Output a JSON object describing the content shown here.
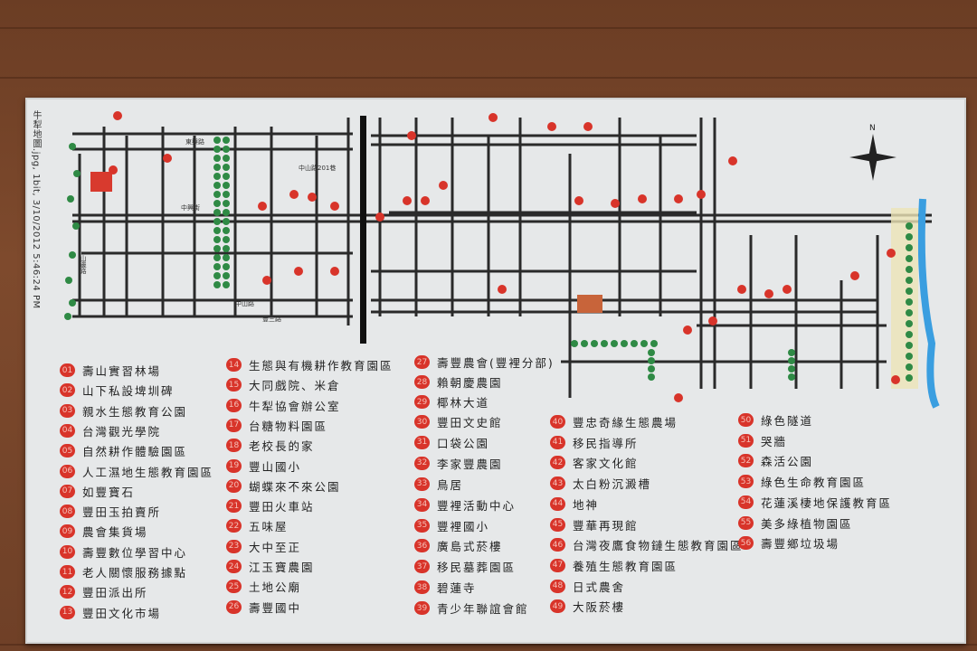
{
  "board": {
    "file_stamp": "牛犁地圖.jpg, 1bit, 3/10/2012 5:46:24 PM",
    "compass_label": "N",
    "streets": [
      "東興路",
      "中山路201巷",
      "中興街",
      "山邊路",
      "中山路",
      "豐三路"
    ]
  },
  "legend": [
    {
      "num": "01",
      "label": "壽山實習林場"
    },
    {
      "num": "02",
      "label": "山下私設埤圳碑"
    },
    {
      "num": "03",
      "label": "親水生態教育公園"
    },
    {
      "num": "04",
      "label": "台灣觀光學院"
    },
    {
      "num": "05",
      "label": "自然耕作體驗園區"
    },
    {
      "num": "06",
      "label": "人工濕地生態教育園區"
    },
    {
      "num": "07",
      "label": "如豐寶石"
    },
    {
      "num": "08",
      "label": "豐田玉拍賣所"
    },
    {
      "num": "09",
      "label": "農會集貨場"
    },
    {
      "num": "10",
      "label": "壽豐數位學習中心"
    },
    {
      "num": "11",
      "label": "老人關懷服務據點"
    },
    {
      "num": "12",
      "label": "豐田派出所"
    },
    {
      "num": "13",
      "label": "豐田文化市場"
    },
    {
      "num": "14",
      "label": "生態與有機耕作教育園區"
    },
    {
      "num": "15",
      "label": "大同戲院、米倉"
    },
    {
      "num": "16",
      "label": "牛犁協會辦公室"
    },
    {
      "num": "17",
      "label": "台糖物料園區"
    },
    {
      "num": "18",
      "label": "老校長的家"
    },
    {
      "num": "19",
      "label": "豐山國小"
    },
    {
      "num": "20",
      "label": "蝴蝶來不來公園"
    },
    {
      "num": "21",
      "label": "豐田火車站"
    },
    {
      "num": "22",
      "label": "五味屋"
    },
    {
      "num": "23",
      "label": "大中至正"
    },
    {
      "num": "24",
      "label": "江玉寶農園"
    },
    {
      "num": "25",
      "label": "土地公廟"
    },
    {
      "num": "26",
      "label": "壽豐國中"
    },
    {
      "num": "27",
      "label": "壽豐農會(豐裡分部)"
    },
    {
      "num": "28",
      "label": "賴朝慶農園"
    },
    {
      "num": "29",
      "label": "椰林大道"
    },
    {
      "num": "30",
      "label": "豐田文史館"
    },
    {
      "num": "31",
      "label": "口袋公園"
    },
    {
      "num": "32",
      "label": "李家豐農園"
    },
    {
      "num": "33",
      "label": "鳥居"
    },
    {
      "num": "34",
      "label": "豐裡活動中心"
    },
    {
      "num": "35",
      "label": "豐裡國小"
    },
    {
      "num": "36",
      "label": "廣島式菸樓"
    },
    {
      "num": "37",
      "label": "移民墓葬園區"
    },
    {
      "num": "38",
      "label": "碧蓮寺"
    },
    {
      "num": "39",
      "label": "青少年聯誼會館"
    },
    {
      "num": "40",
      "label": "豐忠奇緣生態農場"
    },
    {
      "num": "41",
      "label": "移民指導所"
    },
    {
      "num": "42",
      "label": "客家文化館"
    },
    {
      "num": "43",
      "label": "太白粉沉澱槽"
    },
    {
      "num": "44",
      "label": "地神"
    },
    {
      "num": "45",
      "label": "豐華再現館"
    },
    {
      "num": "46",
      "label": "台灣夜鷹食物鏈生態教育園區"
    },
    {
      "num": "47",
      "label": "養殖生態教育園區"
    },
    {
      "num": "48",
      "label": "日式農舍"
    },
    {
      "num": "49",
      "label": "大阪菸樓"
    },
    {
      "num": "50",
      "label": "綠色隧道"
    },
    {
      "num": "51",
      "label": "哭牆"
    },
    {
      "num": "52",
      "label": "森活公園"
    },
    {
      "num": "53",
      "label": "綠色生命教育園區"
    },
    {
      "num": "54",
      "label": "花蓮溪棲地保護教育區"
    },
    {
      "num": "55",
      "label": "美多綠植物園區"
    },
    {
      "num": "56",
      "label": "壽豐鄉垃圾場"
    }
  ],
  "colors": {
    "marker": "#d8342a",
    "road": "#2a2a2a",
    "tree": "#2f8a45",
    "board": "#e6e8e9",
    "river": "#3a9ee0"
  }
}
